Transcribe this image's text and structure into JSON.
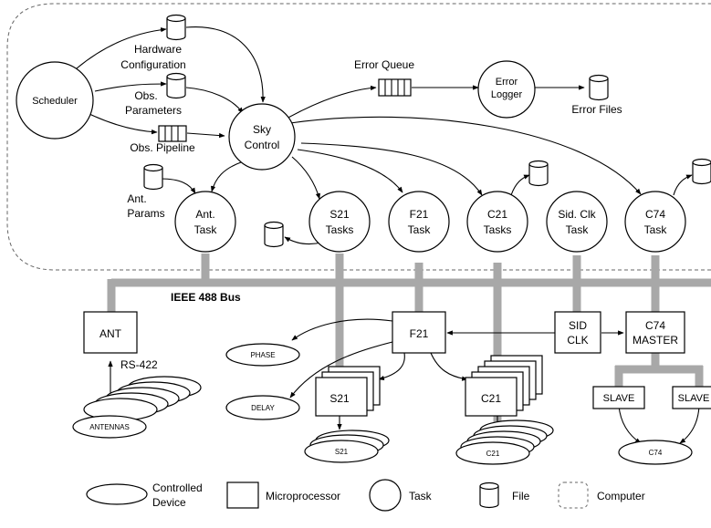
{
  "tasks": {
    "scheduler": "Scheduler",
    "sky_control": [
      "Sky",
      "Control"
    ],
    "error_logger": [
      "Error",
      "Logger"
    ],
    "ant_task": [
      "Ant.",
      "Task"
    ],
    "s21_tasks": [
      "S21",
      "Tasks"
    ],
    "f21_task": [
      "F21",
      "Task"
    ],
    "c21_tasks": [
      "C21",
      "Tasks"
    ],
    "sidclk_task": [
      "Sid. Clk",
      "Task"
    ],
    "c74_task": [
      "C74",
      "Task"
    ]
  },
  "files": {
    "hardware_configuration": [
      "Hardware",
      "Configuration"
    ],
    "obs_parameters": [
      "Obs.",
      "Parameters"
    ],
    "ant_params": [
      "Ant.",
      "Params"
    ],
    "error_files": "Error Files"
  },
  "queues": {
    "obs_pipeline": "Obs. Pipeline",
    "error_queue": "Error Queue"
  },
  "bus": {
    "label": "IEEE 488 Bus"
  },
  "microprocessors": {
    "ant": "ANT",
    "f21": "F21",
    "sid_clk": [
      "SID",
      "CLK"
    ],
    "c74_master": [
      "C74",
      "MASTER"
    ],
    "s21": "S21",
    "c21": "C21",
    "slave_1": "SLAVE",
    "slave_2": "SLAVE"
  },
  "link_label": "RS-422",
  "devices": {
    "phase": "PHASE",
    "delay": "DELAY",
    "antennas": "ANTENNAS",
    "s21": "S21",
    "c21": "C21",
    "c74": "C74"
  },
  "legend": {
    "controlled_device": [
      "Controlled",
      "Device"
    ],
    "microprocessor": "Microprocessor",
    "task": "Task",
    "file": "File",
    "computer": "Computer"
  }
}
